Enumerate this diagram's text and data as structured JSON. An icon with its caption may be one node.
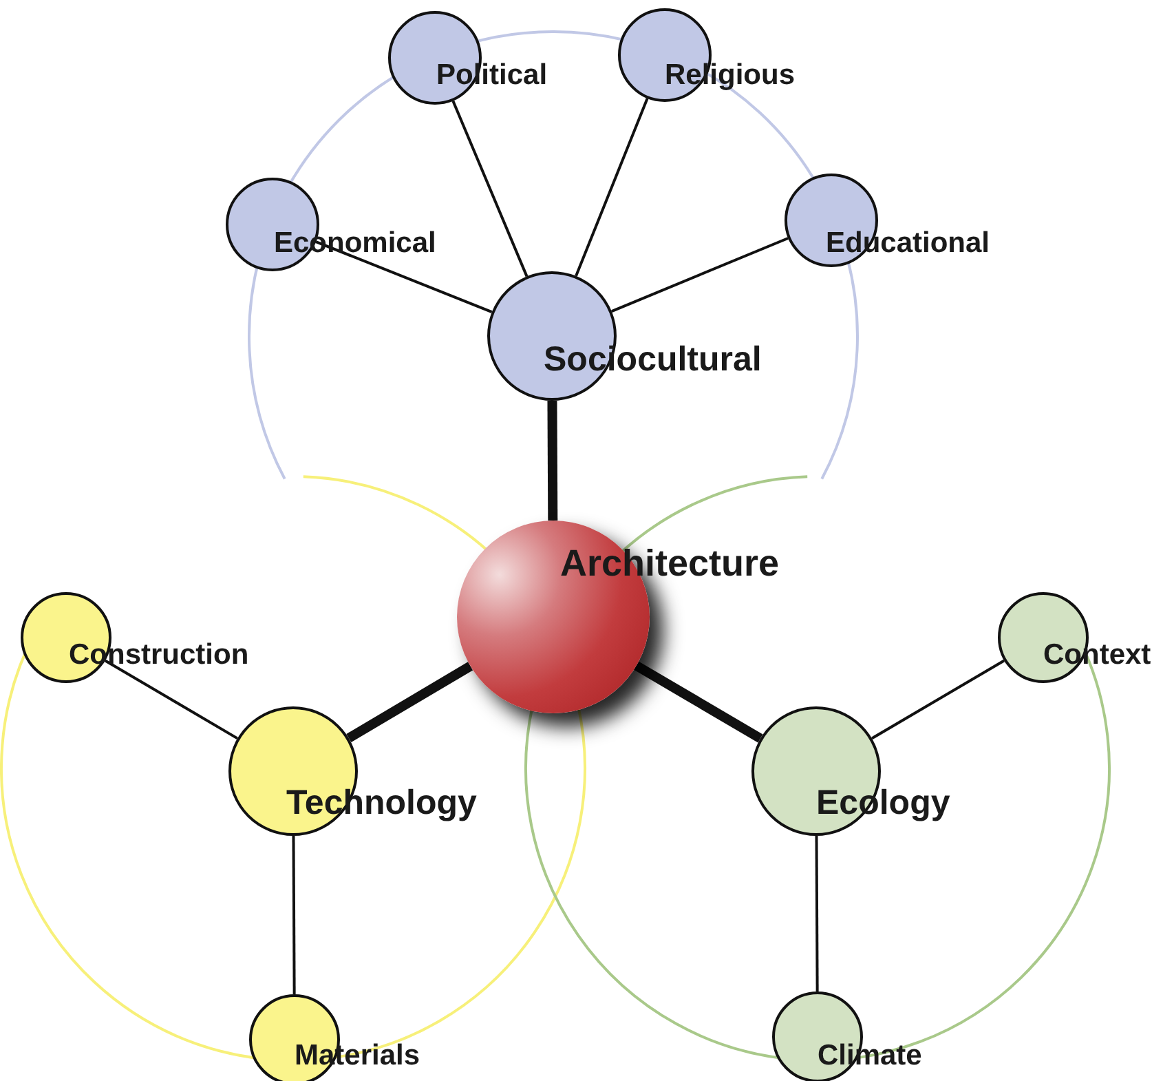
{
  "diagram": {
    "nodes": [
      {
        "text": [
          "Architecture"
        ]
      },
      {
        "text": [
          "Sociocultural"
        ]
      },
      {
        "text": [
          "Political"
        ]
      },
      {
        "text": [
          "Religious"
        ]
      },
      {
        "text": [
          "Economical"
        ]
      },
      {
        "text": [
          "Educational"
        ]
      },
      {
        "text": [
          "Technology"
        ]
      },
      {
        "text": [
          "Construction"
        ]
      },
      {
        "text": [
          "Materials"
        ]
      },
      {
        "text": [
          "Ecology"
        ]
      },
      {
        "text": [
          "Context"
        ]
      },
      {
        "text": [
          "Climate"
        ]
      }
    ],
    "edges": [
      {
        "from": 0,
        "to": 1,
        "arrow": "none",
        "style": "thick"
      },
      {
        "from": 0,
        "to": 6,
        "arrow": "none",
        "style": "thick"
      },
      {
        "from": 0,
        "to": 9,
        "arrow": "none",
        "style": "thick"
      },
      {
        "from": 1,
        "to": 2,
        "arrow": "none"
      },
      {
        "from": 1,
        "to": 3,
        "arrow": "none"
      },
      {
        "from": 1,
        "to": 4,
        "arrow": "none"
      },
      {
        "from": 1,
        "to": 5,
        "arrow": "none"
      },
      {
        "from": 6,
        "to": 7,
        "arrow": "none"
      },
      {
        "from": 6,
        "to": 8,
        "arrow": "none"
      },
      {
        "from": 9,
        "to": 10,
        "arrow": "none"
      },
      {
        "from": 9,
        "to": 11,
        "arrow": "none"
      }
    ]
  }
}
